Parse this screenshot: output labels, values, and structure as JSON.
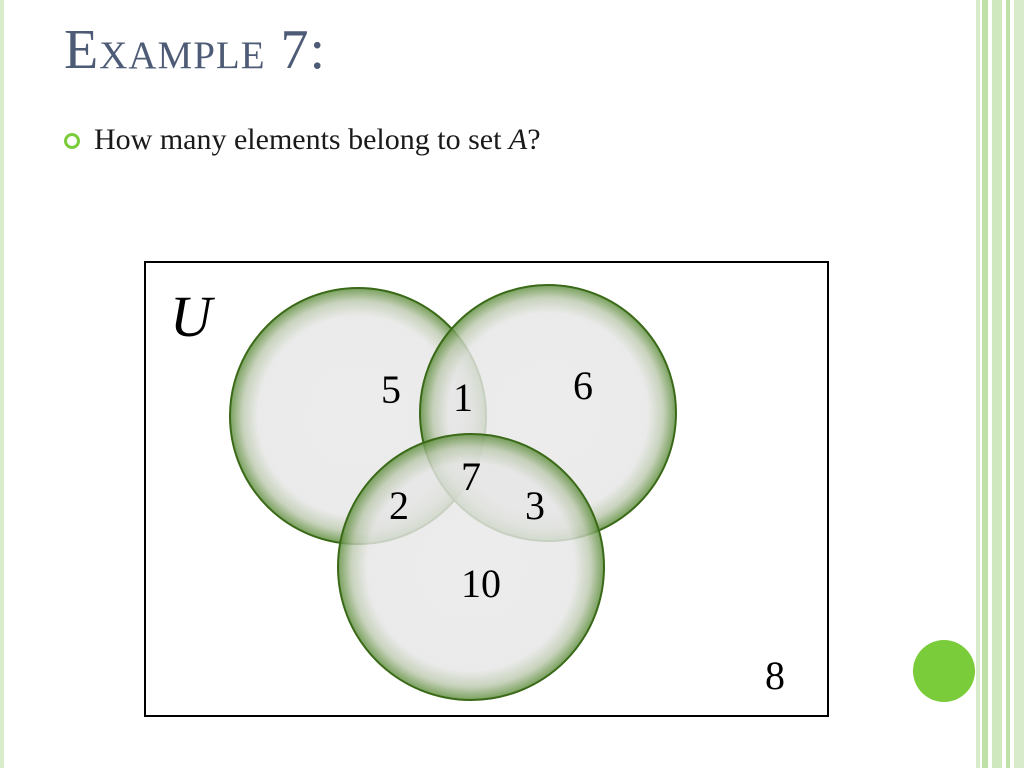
{
  "slide": {
    "title": "Example 7:",
    "bullet": {
      "prefix": "How many elements belong to set ",
      "variable": "A",
      "suffix": "?"
    }
  },
  "venn": {
    "universe_label": "U",
    "regions": {
      "a_only": "5",
      "b_only": "6",
      "c_only": "10",
      "ab_only": "1",
      "ac_only": "2",
      "bc_only": "3",
      "abc": "7",
      "outside": "8"
    }
  },
  "colors": {
    "title": "#4d5b76",
    "accent": "#7acc3a",
    "circle_stroke": "#3a6a18",
    "circle_fill": "#e6e6e6"
  }
}
